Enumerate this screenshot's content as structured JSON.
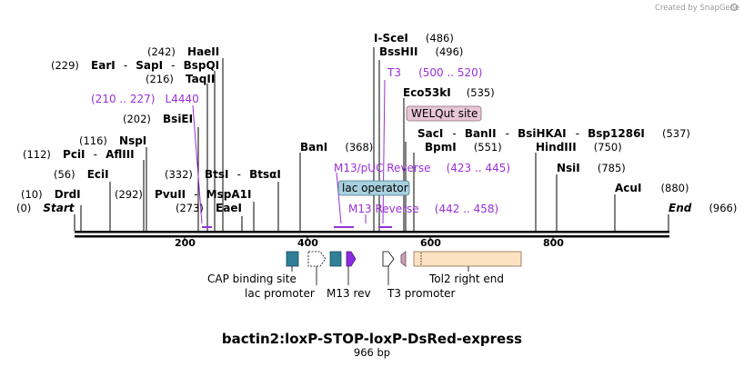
{
  "credit": "Created by SnapGene",
  "title": "bactin2:loxP-STOP-loxP-DsRed-express",
  "length_label": "966 bp",
  "axis_ticks": [
    "200",
    "400",
    "600",
    "800"
  ],
  "sites": [
    {
      "pos": "(0)",
      "name": "Start",
      "italic": true
    },
    {
      "pos": "(10)",
      "name": "DrdI"
    },
    {
      "pos": "(56)",
      "name": "EciI"
    },
    {
      "pos": "(112)",
      "name": "PciI",
      "alt": "AflIII"
    },
    {
      "pos": "(116)",
      "name": "NspI"
    },
    {
      "pos": "(202)",
      "name": "BsiEI"
    },
    {
      "pos": "(216)",
      "name": "TaqII"
    },
    {
      "pos": "(229)",
      "name": "EarI",
      "alt": "SapI",
      "alt2": "BspQI"
    },
    {
      "pos": "(242)",
      "name": "HaeII"
    },
    {
      "pos": "(273)",
      "name": "EaeI"
    },
    {
      "pos": "(292)",
      "name": "PvuII",
      "alt": "MspA1I"
    },
    {
      "pos": "(332)",
      "name": "BtsI",
      "alt": "BtsαI"
    },
    {
      "pos": "(368)",
      "name": "BanI"
    },
    {
      "pos": "(486)",
      "name": "I-SceI"
    },
    {
      "pos": "(496)",
      "name": "BssHII"
    },
    {
      "pos": "(535)",
      "name": "Eco53kI"
    },
    {
      "pos": "(537)",
      "name": "SacI",
      "alt": "BanII",
      "alt2": "BsiHKAI",
      "alt3": "Bsp1286I"
    },
    {
      "pos": "(551)",
      "name": "BpmI"
    },
    {
      "pos": "(750)",
      "name": "HindIII"
    },
    {
      "pos": "(785)",
      "name": "NsiI"
    },
    {
      "pos": "(880)",
      "name": "AcuI"
    },
    {
      "pos": "(966)",
      "name": "End",
      "italic": true
    }
  ],
  "primer_labels": [
    {
      "name": "L4440",
      "range": "(210 .. 227)"
    },
    {
      "name": "T3",
      "range": "(500 .. 520)"
    },
    {
      "name": "M13/pUC Reverse",
      "range": "(423 .. 445)"
    },
    {
      "name": "M13 Reverse",
      "range": "(442 .. 458)"
    }
  ],
  "boxed_labels": {
    "welqut": "WELQut site",
    "lac_operator": "lac operator"
  },
  "features": {
    "cap_binding_site": "CAP binding site",
    "lac_promoter": "lac promoter",
    "m13_rev": "M13 rev",
    "t3_promoter": "T3 promoter",
    "tol2_right_end": "Tol2 right end"
  },
  "colors": {
    "primer": "#9a2fd6",
    "cap_site": "#2f7f98",
    "m13_rev": "#8a2be2",
    "welqut_box": "#e7c6d6",
    "lac_op_box": "#a8d0de",
    "tol2": "#fde2c2",
    "t3_small": "#c9a0b4"
  }
}
